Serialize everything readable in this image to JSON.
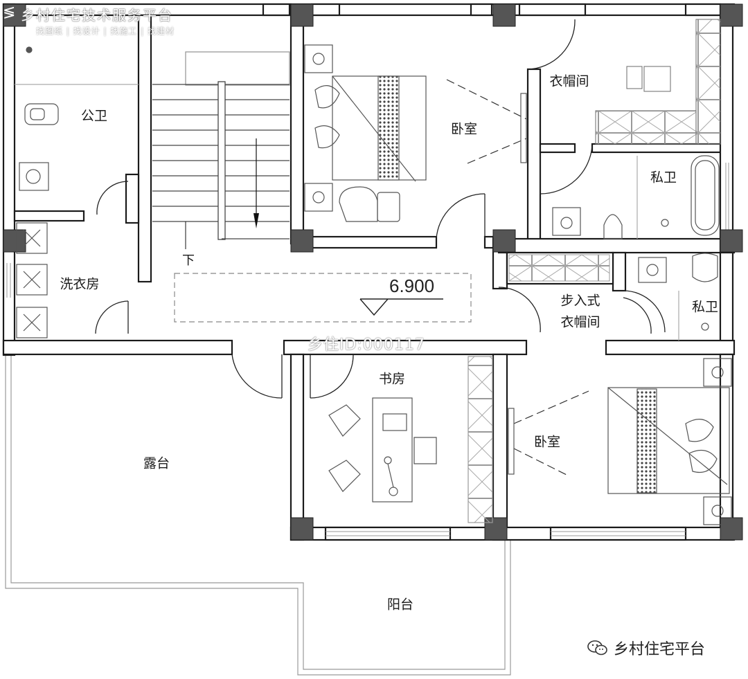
{
  "watermark_top": {
    "title": "乡村住宅技术服务平台",
    "subtitle": "找图纸 | 找设计 | 找施工 | 找建材"
  },
  "watermark_center": "乡住ID:000117",
  "watermark_bottom": "乡村住宅平台",
  "elevation": "6.900",
  "stair_direction": "下",
  "rooms": {
    "public_toilet": "公卫",
    "laundry": "洗衣房",
    "bedroom_north": "卧室",
    "cloakroom": "衣帽间",
    "private_toilet_1": "私卫",
    "private_toilet_2": "私卫",
    "walkin_line1": "步入式",
    "walkin_line2": "衣帽间",
    "study": "书房",
    "bedroom_south": "卧室",
    "terrace": "露台",
    "balcony": "阳台"
  },
  "colors": {
    "wall": "#1a1a1a",
    "column": "#555555",
    "furniture": "#555555",
    "hatch": "#7a7a7a"
  }
}
